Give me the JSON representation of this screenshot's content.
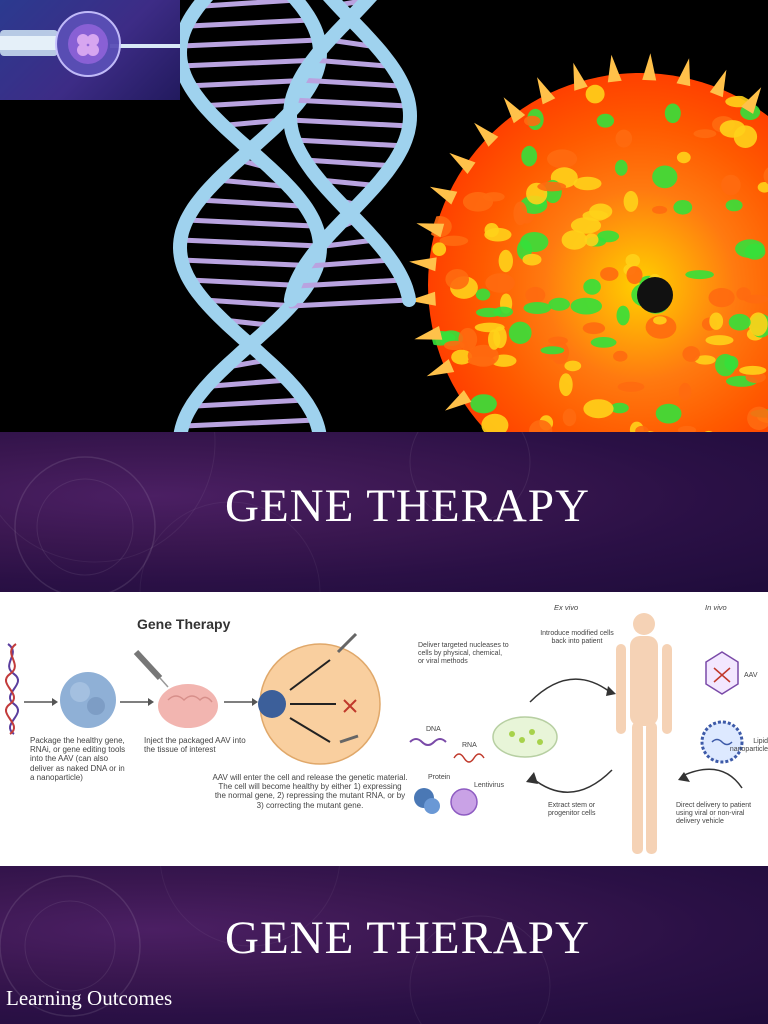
{
  "slides": [
    {
      "title": "GENE THERAPY"
    },
    {
      "title": "GENE THERAPY",
      "subtitle": "Learning Outcomes"
    }
  ],
  "infographic": {
    "title": "Gene Therapy",
    "step1": "Package the healthy gene, RNAi, or gene editing tools into the AAV (can also deliver as naked DNA or in a nanoparticle)",
    "step2": "Inject the packaged AAV into the tissue of interest",
    "step3": "AAV will enter the cell and release the genetic material. The cell will become healthy by either 1) expressing the normal gene, 2) repressing the mutant RNA, or by 3) correcting the mutant gene.",
    "ex_vivo": "Ex vivo",
    "in_vivo": "In vivo",
    "deliver": "Deliver targeted nucleases to cells by physical, chemical, or viral methods",
    "introduce": "Introduce modified cells back into patient",
    "extract": "Extract stem or progenitor cells",
    "direct": "Direct delivery to patient using viral or non-viral delivery vehicle",
    "dna": "DNA",
    "rna": "RNA",
    "protein": "Protein",
    "lentivirus": "Lentivirus",
    "aav": "AAV",
    "lipid": "Lipid nanoparticle"
  },
  "colors": {
    "band_purple": "#3a1750",
    "dna_blue": "#9fd2ee",
    "rung_purple": "#b9a3e0",
    "virus_orange": "#ff6a10",
    "virus_green": "#35e03a"
  }
}
